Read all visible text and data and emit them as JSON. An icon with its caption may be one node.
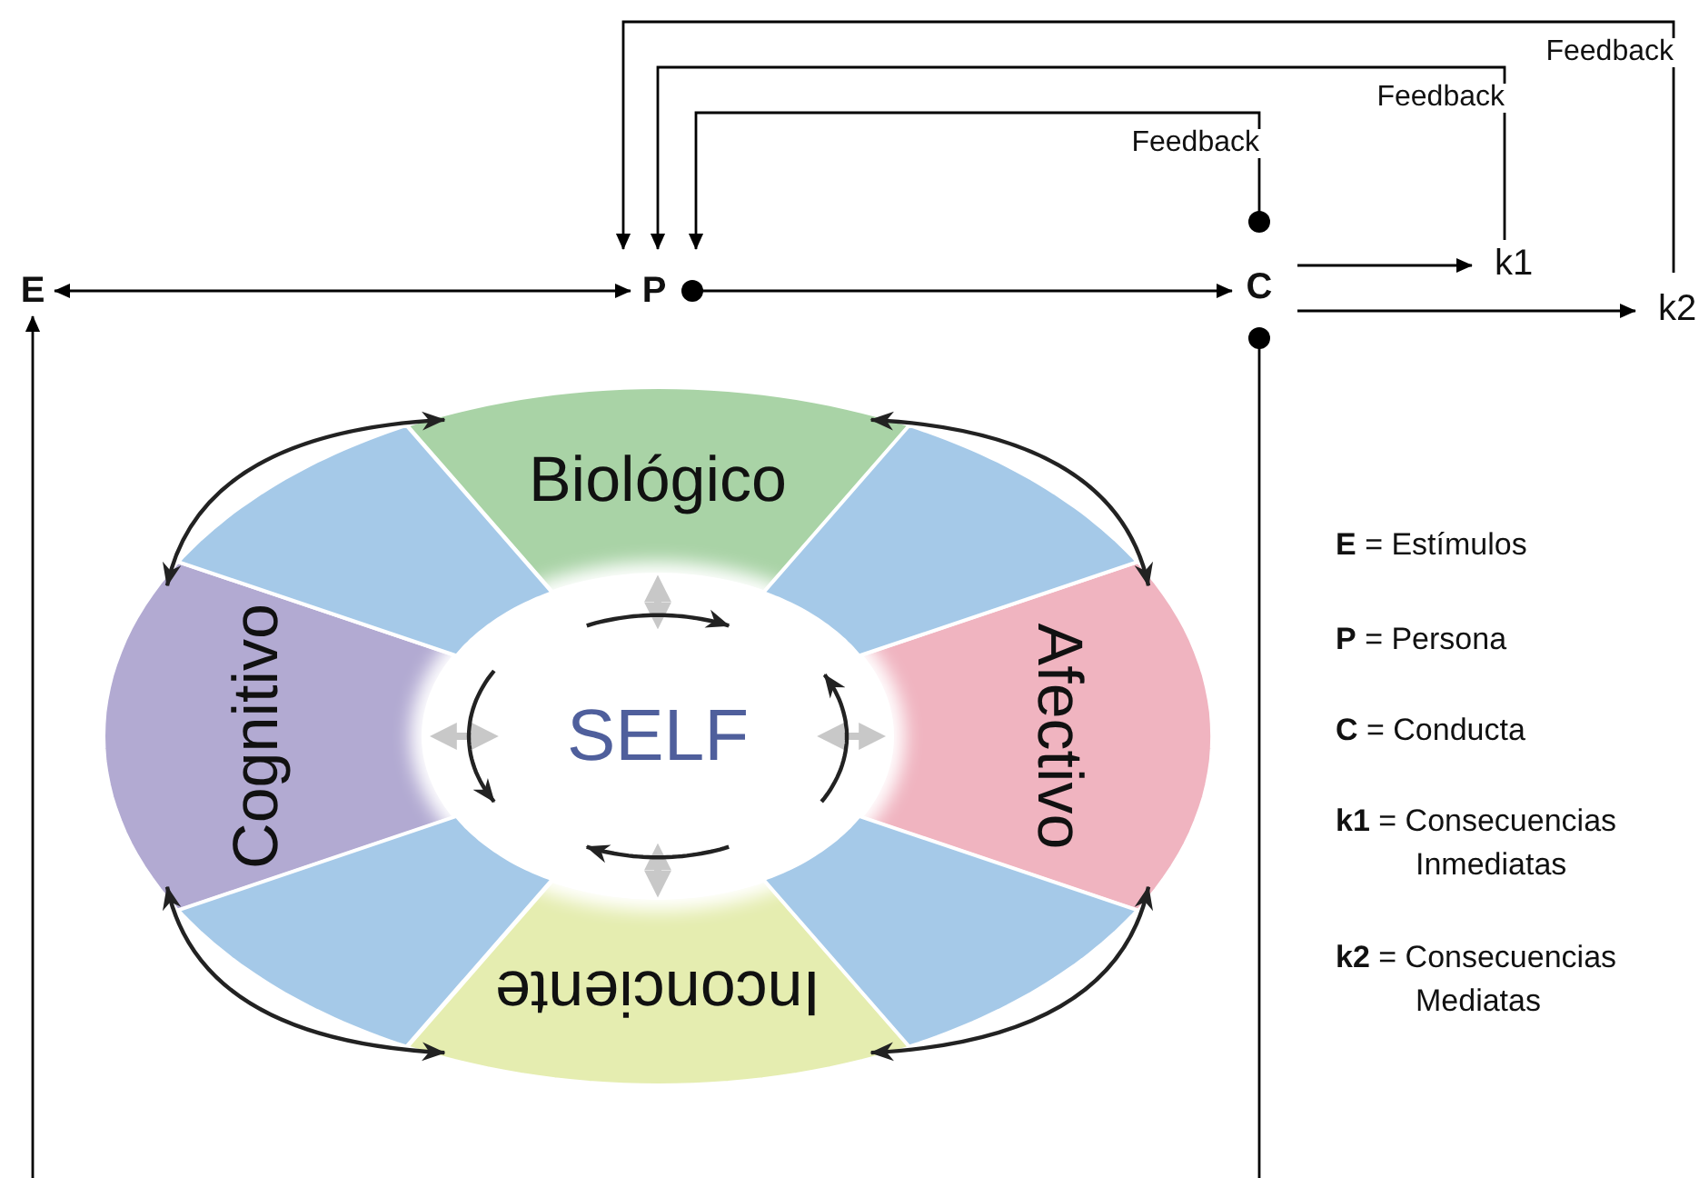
{
  "diagram": {
    "nodes": [
      {
        "text": [
          "E"
        ]
      },
      {
        "text": [
          "P"
        ]
      },
      {
        "text": [
          "C"
        ]
      },
      {
        "text": [
          "k1"
        ]
      },
      {
        "text": [
          "k2"
        ]
      },
      {
        "text": [
          "Biológico"
        ]
      },
      {
        "text": [
          "Afectivo"
        ]
      },
      {
        "text": [
          "Inconciente"
        ]
      },
      {
        "text": [
          "Cognitivo"
        ]
      },
      {
        "text": [
          "SELF"
        ]
      },
      {
        "text": [],
        "shape": "wedge"
      },
      {
        "text": [],
        "shape": "wedge"
      },
      {
        "text": [],
        "shape": "wedge"
      },
      {
        "text": [],
        "shape": "wedge"
      }
    ],
    "edges": [
      {
        "from": 2,
        "to": 1,
        "arrow": "to",
        "label": "Feedback"
      },
      {
        "from": 3,
        "to": 1,
        "arrow": "to",
        "label": "Feedback"
      },
      {
        "from": 4,
        "to": 1,
        "arrow": "to",
        "label": "Feedback"
      },
      {
        "from": 0,
        "to": 1,
        "arrow": "both"
      },
      {
        "from": 1,
        "to": 2,
        "arrow": "to"
      },
      {
        "from": 2,
        "to": 3,
        "arrow": "to"
      },
      {
        "from": 2,
        "to": 4,
        "arrow": "to"
      },
      {
        "from": null,
        "to": 0,
        "arrow": "to"
      },
      {
        "from": 2,
        "to": null,
        "arrow": "other"
      },
      {
        "from": 8,
        "to": 5,
        "arrow": "both"
      },
      {
        "from": 5,
        "to": 6,
        "arrow": "both"
      },
      {
        "from": 8,
        "to": 7,
        "arrow": "both"
      },
      {
        "from": 7,
        "to": 6,
        "arrow": "both"
      },
      {
        "from": 9,
        "to": 5,
        "arrow": "both",
        "style": "thick",
        "color": "#c8c8c8"
      },
      {
        "from": 9,
        "to": 6,
        "arrow": "both",
        "style": "thick",
        "color": "#c8c8c8"
      },
      {
        "from": 9,
        "to": 7,
        "arrow": "both",
        "style": "thick",
        "color": "#c8c8c8"
      },
      {
        "from": 9,
        "to": 8,
        "arrow": "both",
        "style": "thick",
        "color": "#c8c8c8"
      }
    ],
    "labels": [
      "**E** = Estímulos",
      "**P** = Persona",
      "**C** = Conducta",
      "**k1** = Consecuencias Inmediatas",
      "**k2** = Consecuencias Mediatas"
    ]
  }
}
